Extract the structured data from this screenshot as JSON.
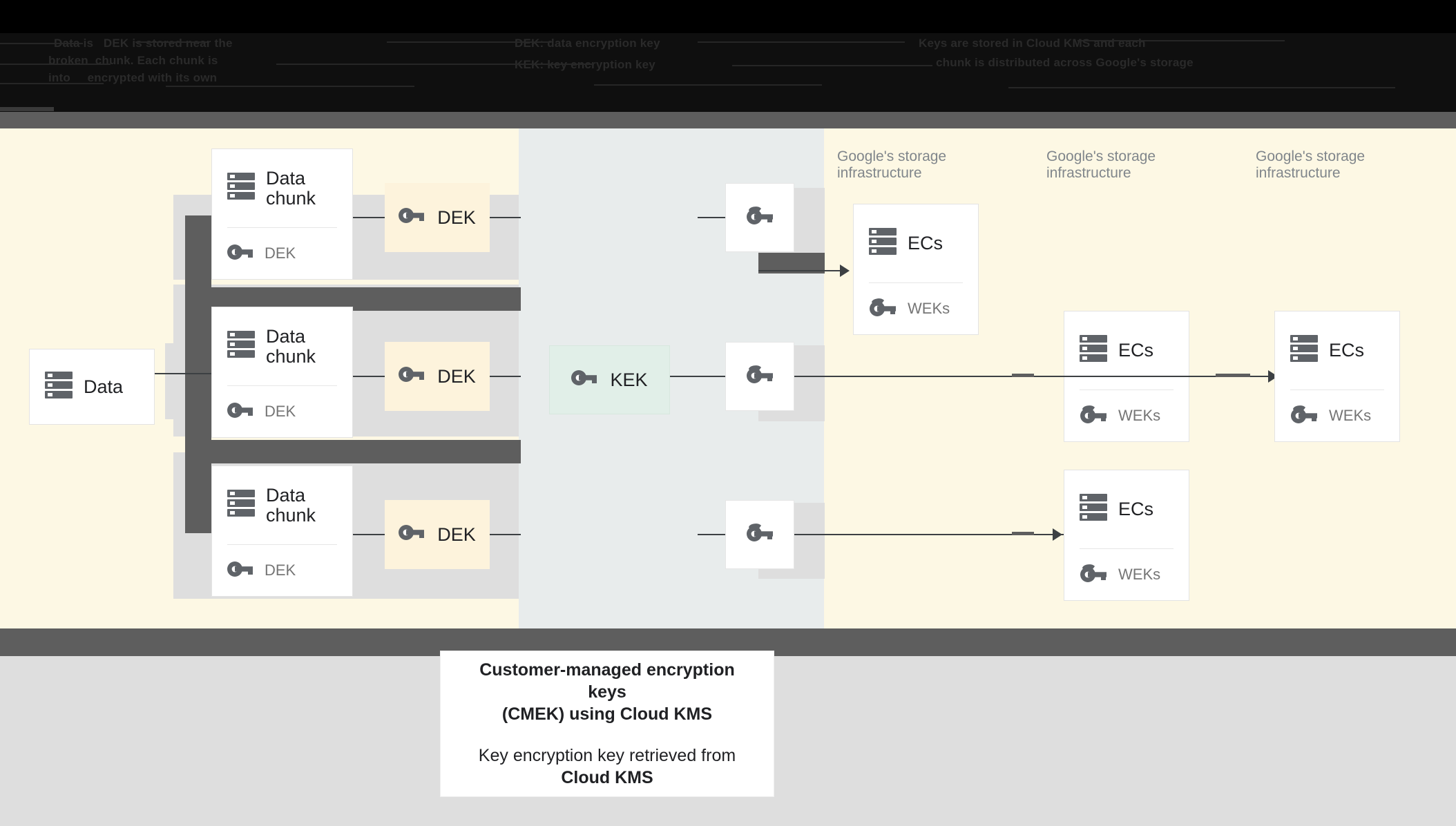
{
  "banner": {
    "obscured_lines": [
      "Data is   DEK is stored near the",
      "broken  chunk. Each chunk is",
      "into     encrypted with its own",
      "DEK: data encryption key",
      "KEK: key encryption key",
      "Keys are stored in Cloud KMS and each",
      "chunk is distributed across Google's storage"
    ]
  },
  "diagram": {
    "source": {
      "label": "Data",
      "icon": "server-icon"
    },
    "chunks": [
      {
        "title": "Data\nchunk",
        "key_label": "DEK",
        "icon": "server-icon",
        "key_icon": "key-icon"
      },
      {
        "title": "Data\nchunk",
        "key_label": "DEK",
        "icon": "server-icon",
        "key_icon": "key-icon"
      },
      {
        "title": "Data\nchunk",
        "key_label": "DEK",
        "icon": "server-icon",
        "key_icon": "key-icon"
      }
    ],
    "dek_boxes": [
      {
        "label": "DEK",
        "icon": "key-icon"
      },
      {
        "label": "DEK",
        "icon": "key-icon"
      },
      {
        "label": "DEK",
        "icon": "key-icon"
      }
    ],
    "kek_box": {
      "label": "KEK",
      "icon": "key-icon"
    },
    "wek_boxes": [
      {
        "icon": "wrapped-key-icon"
      },
      {
        "icon": "wrapped-key-icon"
      },
      {
        "icon": "wrapped-key-icon"
      }
    ],
    "storage_labels": [
      "Google's storage\ninfrastructure",
      "Google's storage\ninfrastructure",
      "Google's storage\ninfrastructure"
    ],
    "ec_cards": [
      {
        "title": "ECs",
        "key_label": "WEKs",
        "icon": "server-icon",
        "key_icon": "wrapped-key-icon"
      },
      {
        "title": "ECs",
        "key_label": "WEKs",
        "icon": "server-icon",
        "key_icon": "wrapped-key-icon"
      },
      {
        "title": "ECs",
        "key_label": "WEKs",
        "icon": "server-icon",
        "key_icon": "wrapped-key-icon"
      }
    ]
  },
  "caption": {
    "line1": "Customer-managed encryption keys",
    "line2": "(CMEK) using Cloud KMS",
    "line3": "Key encryption key retrieved from",
    "line4": "Cloud KMS"
  },
  "colors": {
    "cream": "#fdf8e4",
    "dek_fill": "#fdf3dc",
    "kek_fill": "#e1efe8",
    "blue_band": "#e8ecec",
    "grey_band": "#dedede",
    "dark_grey": "#5e5e5e",
    "text": "#202124",
    "muted_text": "#80868b"
  }
}
